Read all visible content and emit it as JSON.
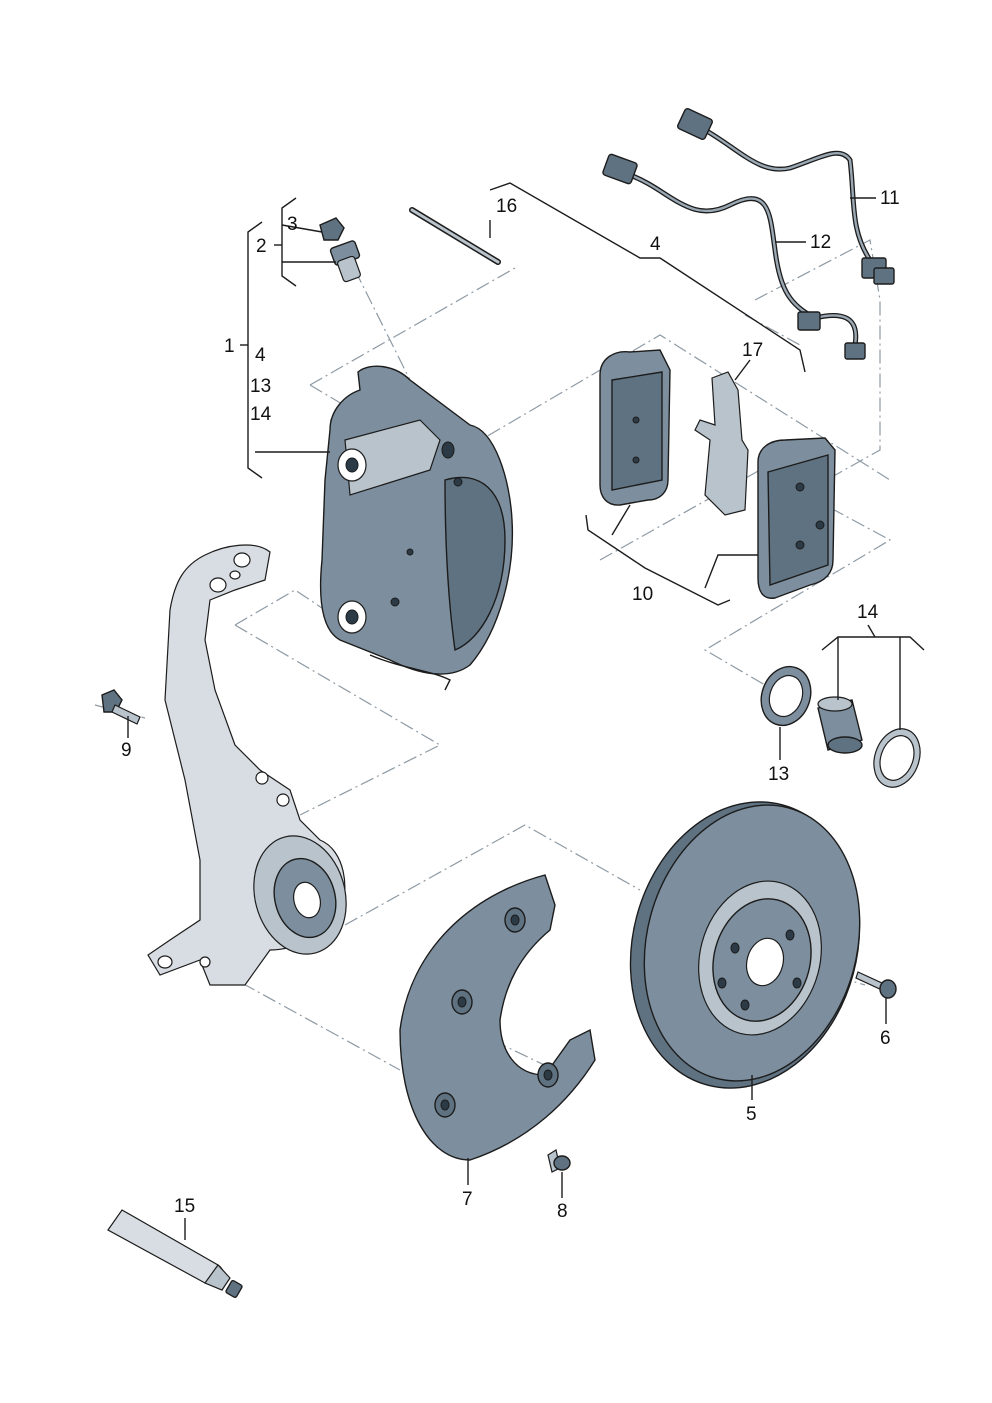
{
  "diagram": {
    "callouts": {
      "c1": "1",
      "c2": "2",
      "c3": "3",
      "c4_group": "4",
      "c13_group": "13",
      "c14_group": "14",
      "c4_top": "4",
      "c5": "5",
      "c6": "6",
      "c7": "7",
      "c8": "8",
      "c9": "9",
      "c10": "10",
      "c11": "11",
      "c12": "12",
      "c13": "13",
      "c14": "14",
      "c15": "15",
      "c16": "16",
      "c17": "17"
    },
    "colors": {
      "part_fill": "#7d8f9e",
      "part_dark": "#5f7282",
      "outline": "#1c1c1c",
      "dashdot_line": "#8e9aa4"
    }
  }
}
